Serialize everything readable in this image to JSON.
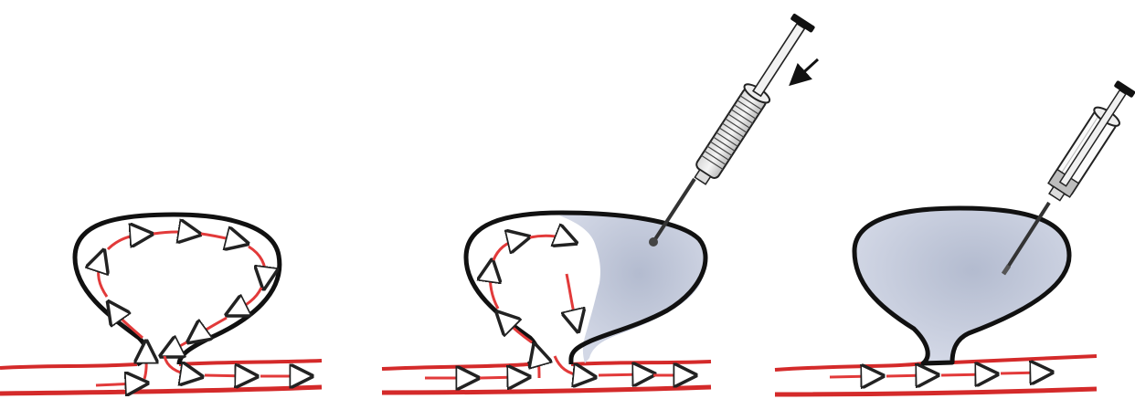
{
  "figure": {
    "panels": [
      {
        "id": "panel-1",
        "state": "aneurysm with circulating blood flow",
        "syringe": false
      },
      {
        "id": "panel-2",
        "state": "embolic agent being injected",
        "syringe": true,
        "syringe_style": "graduated-barrel",
        "plunger_arrow": true
      },
      {
        "id": "panel-3",
        "state": "aneurysm completely filled",
        "syringe": true,
        "syringe_style": "clear-barrel",
        "plunger_arrow": false
      }
    ],
    "colors": {
      "vessel_wall": "#d42a2a",
      "flow_line": "#e23a3a",
      "aneurysm_outline": "#111111",
      "embolic_fill": "#c9cfdf",
      "syringe_outline": "#222222"
    }
  }
}
